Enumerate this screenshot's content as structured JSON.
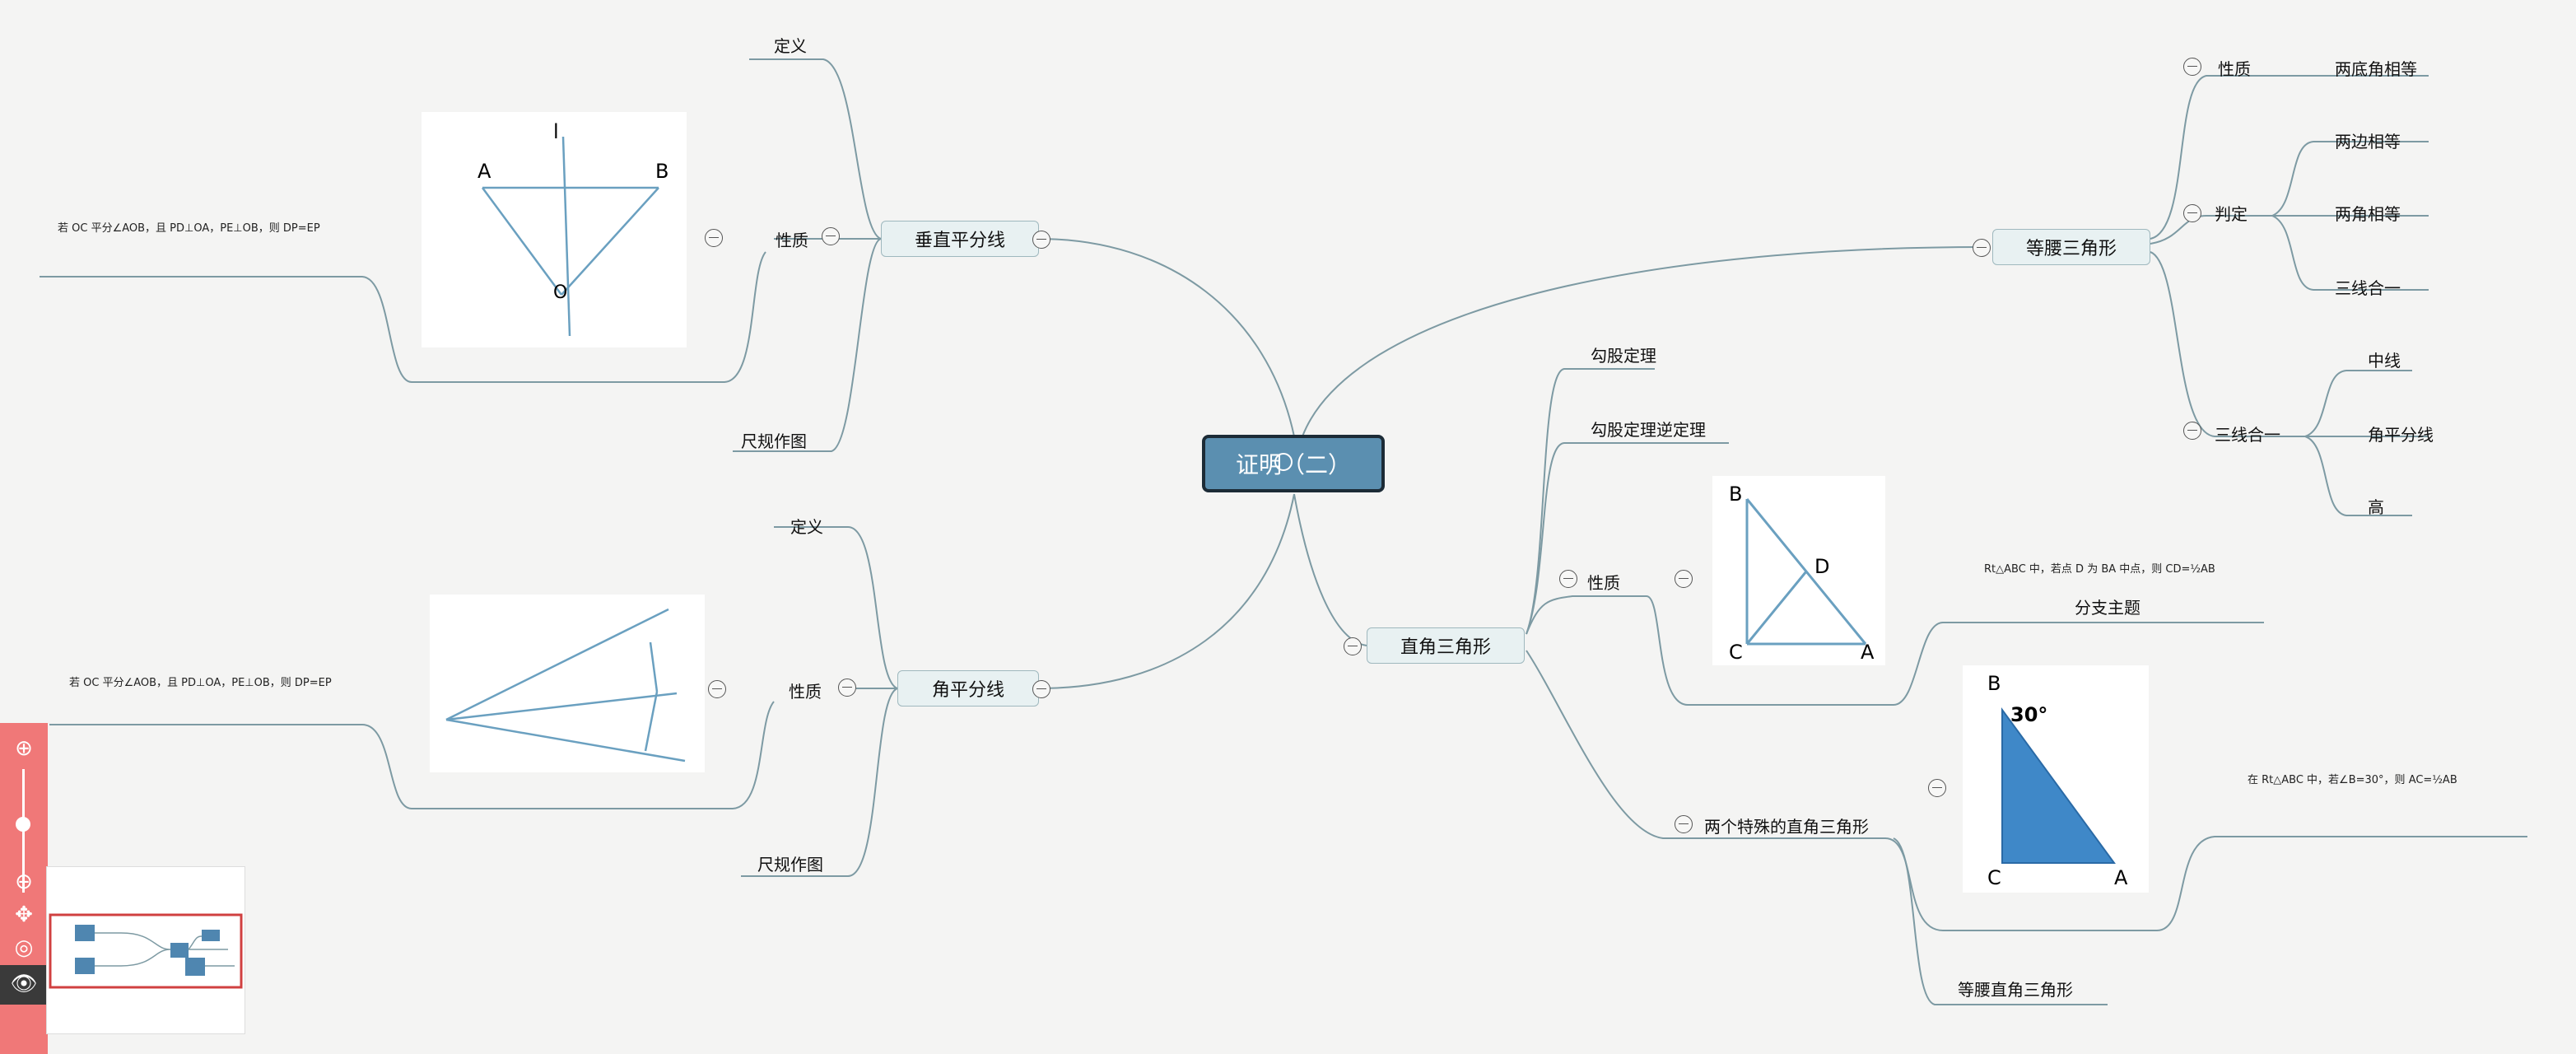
{
  "central": "证明（二）",
  "topics": {
    "perp_bisector": "垂直平分线",
    "angle_bisector": "角平分线",
    "right_triangle": "直角三角形",
    "isosceles": "等腰三角形"
  },
  "perp": {
    "definition": "定义",
    "property": "性质",
    "construction": "尺规作图",
    "note": "若 OC 平分∠AOB，且 PD⊥OA，PE⊥OB，则 DP=EP",
    "fig_labels": {
      "top": "l",
      "left": "A",
      "right": "B",
      "bottom": "O"
    }
  },
  "angle": {
    "definition": "定义",
    "property": "性质",
    "construction": "尺规作图",
    "note": "若 OC 平分∠AOB，且 PD⊥OA，PE⊥OB，则 DP=EP"
  },
  "right": {
    "pythagoras": "勾股定理",
    "pythagoras_converse": "勾股定理逆定理",
    "property": "性质",
    "property_note": "Rt△ABC 中，若点 D 为 BA 中点，则 CD=½AB",
    "branch_topic": "分支主题",
    "special": "两个特殊的直角三角形",
    "special_note": "在 Rt△ABC 中，若∠B=30°，则 AC=½AB",
    "isosceles_right": "等腰直角三角形",
    "fig1_labels": {
      "b": "B",
      "c": "C",
      "a": "A",
      "d": "D"
    },
    "fig2_labels": {
      "b": "B",
      "c": "C",
      "a": "A",
      "angle": "30°"
    }
  },
  "iso": {
    "property": "性质",
    "property_value": "两底角相等",
    "judge": "判定",
    "judge_items": [
      "两边相等",
      "两角相等",
      "三线合一"
    ],
    "three_lines": "三线合一",
    "three_items": [
      "中线",
      "角平分线",
      "高"
    ]
  },
  "colors": {
    "central_fill": "#5b8fb0",
    "topic_fill": "#e8f1f2",
    "line": "#7d9aa3",
    "toolbar": "#f07878",
    "fig_line": "#6aa0c0",
    "fig_fill": "#3f88c8"
  }
}
